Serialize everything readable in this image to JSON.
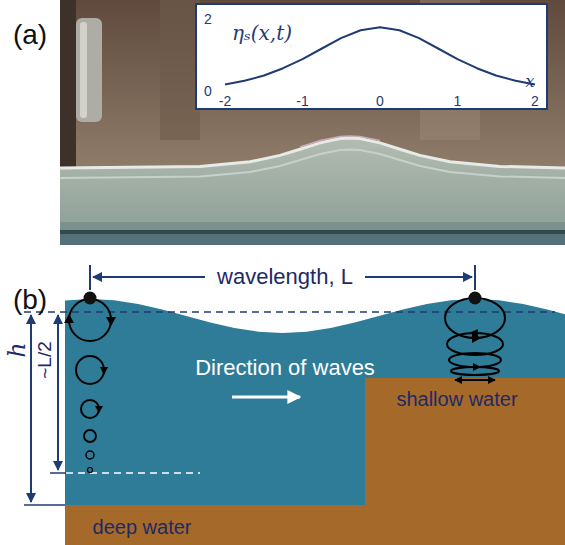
{
  "diagram": {
    "nodes": [
      {
        "text": [
          "ηₛ(x,t)",
          "2",
          "0",
          "-2",
          "-1",
          "0",
          "1",
          "2",
          "x"
        ]
      },
      {
        "text": [
          "shallow water"
        ]
      },
      {
        "text": [
          "deep water"
        ]
      }
    ],
    "labels": [
      "(a)",
      "(b)",
      "wavelength, L",
      "h",
      "~L/2",
      "Direction of waves"
    ]
  }
}
